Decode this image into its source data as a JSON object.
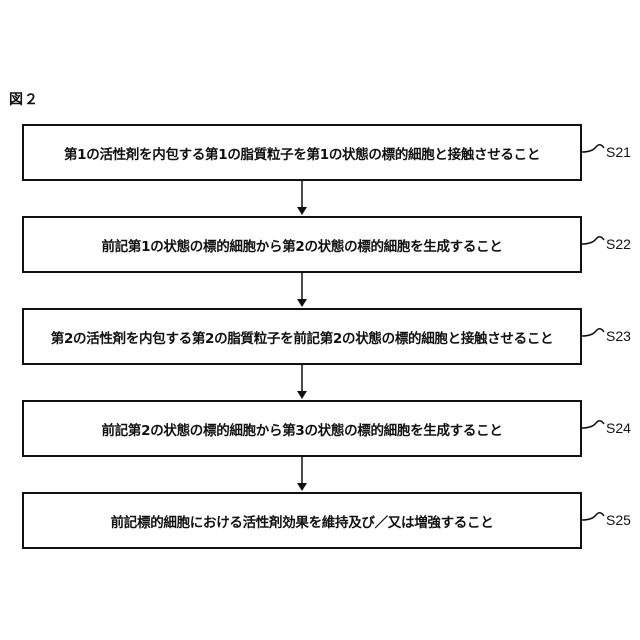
{
  "figure_label": "図２",
  "steps": [
    {
      "id": "S21",
      "text": "第1の活性剤を内包する第1の脂質粒子を第1の状態の標的細胞と接触させること"
    },
    {
      "id": "S22",
      "text": "前記第1の状態の標的細胞から第2の状態の標的細胞を生成すること"
    },
    {
      "id": "S23",
      "text": "第2の活性剤を内包する第2の脂質粒子を前記第2の状態の標的細胞と接触させること"
    },
    {
      "id": "S24",
      "text": "前記第2の状態の標的細胞から第3の状態の標的細胞を生成すること"
    },
    {
      "id": "S25",
      "text": "前記標的細胞における活性剤効果を維持及び／又は増強すること"
    }
  ]
}
